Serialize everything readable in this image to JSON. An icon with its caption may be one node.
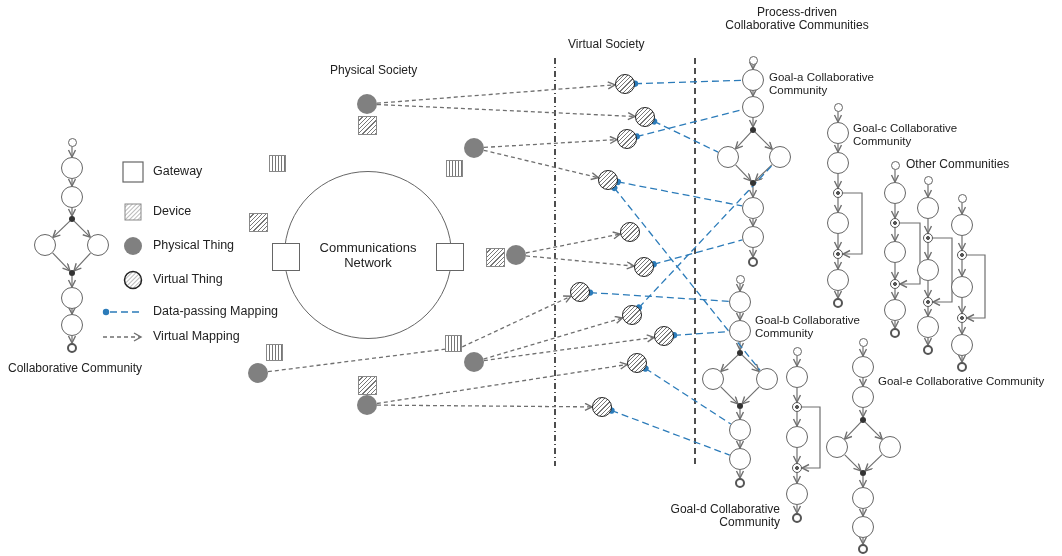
{
  "diagram": {
    "nodes": [
      {
        "text": [],
        "shape": "circle"
      },
      {
        "text": [],
        "shape": "circle"
      },
      {
        "text": [],
        "shape": "circle"
      },
      {
        "text": [],
        "shape": "dot"
      },
      {
        "text": [],
        "shape": "circle"
      },
      {
        "text": [],
        "shape": "circle"
      },
      {
        "text": [],
        "shape": "dot"
      },
      {
        "text": [],
        "shape": "circle"
      },
      {
        "text": [],
        "shape": "circle"
      },
      {
        "text": [],
        "shape": "ring"
      },
      {
        "text": [
          "Communications Network"
        ]
      },
      {
        "text": [],
        "shape": "box"
      },
      {
        "text": [],
        "shape": "box"
      },
      {
        "text": [],
        "shape": "circle"
      },
      {
        "text": [],
        "shape": "box"
      },
      {
        "text": [],
        "shape": "box"
      },
      {
        "text": [],
        "shape": "circle"
      },
      {
        "text": [],
        "shape": "box"
      },
      {
        "text": [],
        "shape": "box"
      },
      {
        "text": [],
        "shape": "box"
      },
      {
        "text": [],
        "shape": "circle"
      },
      {
        "text": [],
        "shape": "box"
      },
      {
        "text": [],
        "shape": "circle"
      },
      {
        "text": [],
        "shape": "box"
      },
      {
        "text": [],
        "shape": "circle"
      },
      {
        "text": [],
        "shape": "box"
      },
      {
        "text": [],
        "shape": "circle"
      },
      {
        "text": [],
        "shape": "circle"
      },
      {
        "text": [],
        "shape": "circle"
      },
      {
        "text": [],
        "shape": "circle"
      },
      {
        "text": [],
        "shape": "circle"
      },
      {
        "text": [],
        "shape": "circle"
      },
      {
        "text": [],
        "shape": "circle"
      },
      {
        "text": [],
        "shape": "circle"
      },
      {
        "text": [],
        "shape": "circle"
      },
      {
        "text": [],
        "shape": "circle"
      },
      {
        "text": [],
        "shape": "circle"
      },
      {
        "text": [],
        "shape": "circle"
      },
      {
        "text": [],
        "shape": "circle"
      },
      {
        "text": [],
        "shape": "circle",
        "beside": [
          "Goal-a Collaborative Community"
        ]
      },
      {
        "text": [],
        "shape": "circle"
      },
      {
        "text": [],
        "shape": "dot"
      },
      {
        "text": [],
        "shape": "circle"
      },
      {
        "text": [],
        "shape": "circle"
      },
      {
        "text": [],
        "shape": "dot"
      },
      {
        "text": [],
        "shape": "circle"
      },
      {
        "text": [],
        "shape": "circle"
      },
      {
        "text": [],
        "shape": "ring"
      },
      {
        "text": [],
        "shape": "circle"
      },
      {
        "text": [],
        "shape": "circle",
        "beside": [
          "Goal-c Collaborative Community"
        ]
      },
      {
        "text": [],
        "shape": "circle"
      },
      {
        "text": [],
        "shape": "ring"
      },
      {
        "text": [],
        "shape": "circle"
      },
      {
        "text": [],
        "shape": "ring"
      },
      {
        "text": [],
        "shape": "circle"
      },
      {
        "text": [],
        "shape": "ring"
      },
      {
        "text": [],
        "shape": "circle"
      },
      {
        "text": [],
        "shape": "circle"
      },
      {
        "text": [],
        "shape": "ring"
      },
      {
        "text": [],
        "shape": "circle"
      },
      {
        "text": [],
        "shape": "ring"
      },
      {
        "text": [],
        "shape": "circle"
      },
      {
        "text": [],
        "shape": "ring"
      },
      {
        "text": [],
        "shape": "circle"
      },
      {
        "text": [],
        "shape": "circle"
      },
      {
        "text": [],
        "shape": "ring"
      },
      {
        "text": [],
        "shape": "circle"
      },
      {
        "text": [],
        "shape": "ring"
      },
      {
        "text": [],
        "shape": "circle"
      },
      {
        "text": [],
        "shape": "ring"
      },
      {
        "text": [],
        "shape": "circle"
      },
      {
        "text": [],
        "shape": "circle"
      },
      {
        "text": [],
        "shape": "ring"
      },
      {
        "text": [],
        "shape": "circle"
      },
      {
        "text": [],
        "shape": "ring"
      },
      {
        "text": [],
        "shape": "circle"
      },
      {
        "text": [],
        "shape": "ring"
      },
      {
        "text": [],
        "shape": "circle"
      },
      {
        "text": [],
        "shape": "circle",
        "beside": [
          "Goal-b Collaborative Community"
        ]
      },
      {
        "text": [],
        "shape": "circle"
      },
      {
        "text": [],
        "shape": "dot"
      },
      {
        "text": [],
        "shape": "circle"
      },
      {
        "text": [],
        "shape": "circle"
      },
      {
        "text": [],
        "shape": "dot"
      },
      {
        "text": [],
        "shape": "circle"
      },
      {
        "text": [],
        "shape": "circle"
      },
      {
        "text": [],
        "shape": "ring"
      },
      {
        "text": [],
        "shape": "circle"
      },
      {
        "text": [],
        "shape": "circle"
      },
      {
        "text": [],
        "shape": "ring"
      },
      {
        "text": [],
        "shape": "circle"
      },
      {
        "text": [],
        "shape": "ring"
      },
      {
        "text": [],
        "shape": "circle"
      },
      {
        "text": [],
        "shape": "ring"
      },
      {
        "text": [],
        "shape": "circle"
      },
      {
        "text": [],
        "shape": "circle",
        "beside": [
          "Goal-e Collaborative Community"
        ]
      },
      {
        "text": [],
        "shape": "circle"
      },
      {
        "text": [],
        "shape": "dot"
      },
      {
        "text": [],
        "shape": "circle"
      },
      {
        "text": [],
        "shape": "circle"
      },
      {
        "text": [],
        "shape": "dot"
      },
      {
        "text": [],
        "shape": "circle"
      },
      {
        "text": [],
        "shape": "circle"
      },
      {
        "text": [],
        "shape": "ring"
      }
    ],
    "edges": [
      {
        "from": 0,
        "to": 1,
        "arrow": "to"
      },
      {
        "from": 1,
        "to": 2,
        "arrow": "to"
      },
      {
        "from": 2,
        "to": 3,
        "arrow": "to"
      },
      {
        "from": 3,
        "to": 4,
        "arrow": "to"
      },
      {
        "from": 3,
        "to": 5,
        "arrow": "to"
      },
      {
        "from": 4,
        "to": 6,
        "arrow": "to"
      },
      {
        "from": 5,
        "to": 6,
        "arrow": "to"
      },
      {
        "from": 6,
        "to": 7,
        "arrow": "to"
      },
      {
        "from": 7,
        "to": 8,
        "arrow": "to"
      },
      {
        "from": 8,
        "to": 9,
        "arrow": "to"
      },
      {
        "from": 38,
        "to": 39,
        "arrow": "to"
      },
      {
        "from": 39,
        "to": 40,
        "arrow": "to"
      },
      {
        "from": 40,
        "to": 41,
        "arrow": "to"
      },
      {
        "from": 41,
        "to": 42,
        "arrow": "to"
      },
      {
        "from": 41,
        "to": 43,
        "arrow": "to"
      },
      {
        "from": 42,
        "to": 44,
        "arrow": "to"
      },
      {
        "from": 43,
        "to": 44,
        "arrow": "to"
      },
      {
        "from": 44,
        "to": 45,
        "arrow": "to"
      },
      {
        "from": 45,
        "to": 46,
        "arrow": "to"
      },
      {
        "from": 46,
        "to": 47,
        "arrow": "to"
      },
      {
        "from": 48,
        "to": 49,
        "arrow": "to"
      },
      {
        "from": 49,
        "to": 50,
        "arrow": "to"
      },
      {
        "from": 50,
        "to": 51,
        "arrow": "to"
      },
      {
        "from": 51,
        "to": 52,
        "arrow": "to"
      },
      {
        "from": 52,
        "to": 53,
        "arrow": "to"
      },
      {
        "from": 53,
        "to": 54,
        "arrow": "to"
      },
      {
        "from": 54,
        "to": 55,
        "arrow": "to"
      },
      {
        "from": 51,
        "to": 53,
        "arrow": "to"
      },
      {
        "from": 56,
        "to": 57,
        "arrow": "to"
      },
      {
        "from": 57,
        "to": 58,
        "arrow": "to"
      },
      {
        "from": 58,
        "to": 59,
        "arrow": "to"
      },
      {
        "from": 59,
        "to": 60,
        "arrow": "to"
      },
      {
        "from": 60,
        "to": 61,
        "arrow": "to"
      },
      {
        "from": 61,
        "to": 62,
        "arrow": "to"
      },
      {
        "from": 58,
        "to": 60,
        "arrow": "to"
      },
      {
        "from": 63,
        "to": 64,
        "arrow": "to"
      },
      {
        "from": 64,
        "to": 65,
        "arrow": "to"
      },
      {
        "from": 65,
        "to": 66,
        "arrow": "to"
      },
      {
        "from": 66,
        "to": 67,
        "arrow": "to"
      },
      {
        "from": 67,
        "to": 68,
        "arrow": "to"
      },
      {
        "from": 68,
        "to": 69,
        "arrow": "to"
      },
      {
        "from": 65,
        "to": 67,
        "arrow": "to"
      },
      {
        "from": 70,
        "to": 71,
        "arrow": "to"
      },
      {
        "from": 71,
        "to": 72,
        "arrow": "to"
      },
      {
        "from": 72,
        "to": 73,
        "arrow": "to"
      },
      {
        "from": 73,
        "to": 74,
        "arrow": "to"
      },
      {
        "from": 74,
        "to": 75,
        "arrow": "to"
      },
      {
        "from": 75,
        "to": 76,
        "arrow": "to"
      },
      {
        "from": 72,
        "to": 74,
        "arrow": "to"
      },
      {
        "from": 77,
        "to": 78,
        "arrow": "to"
      },
      {
        "from": 78,
        "to": 79,
        "arrow": "to"
      },
      {
        "from": 79,
        "to": 80,
        "arrow": "to"
      },
      {
        "from": 80,
        "to": 81,
        "arrow": "to"
      },
      {
        "from": 80,
        "to": 82,
        "arrow": "to"
      },
      {
        "from": 81,
        "to": 83,
        "arrow": "to"
      },
      {
        "from": 82,
        "to": 83,
        "arrow": "to"
      },
      {
        "from": 83,
        "to": 84,
        "arrow": "to"
      },
      {
        "from": 84,
        "to": 85,
        "arrow": "to"
      },
      {
        "from": 85,
        "to": 86,
        "arrow": "to"
      },
      {
        "from": 87,
        "to": 88,
        "arrow": "to"
      },
      {
        "from": 88,
        "to": 89,
        "arrow": "to"
      },
      {
        "from": 89,
        "to": 90,
        "arrow": "to"
      },
      {
        "from": 90,
        "to": 91,
        "arrow": "to"
      },
      {
        "from": 91,
        "to": 92,
        "arrow": "to"
      },
      {
        "from": 92,
        "to": 93,
        "arrow": "to"
      },
      {
        "from": 89,
        "to": 91,
        "arrow": "to"
      },
      {
        "from": 94,
        "to": 95,
        "arrow": "to"
      },
      {
        "from": 95,
        "to": 96,
        "arrow": "to"
      },
      {
        "from": 96,
        "to": 97,
        "arrow": "to"
      },
      {
        "from": 97,
        "to": 98,
        "arrow": "to"
      },
      {
        "from": 97,
        "to": 99,
        "arrow": "to"
      },
      {
        "from": 98,
        "to": 100,
        "arrow": "to"
      },
      {
        "from": 99,
        "to": 100,
        "arrow": "to"
      },
      {
        "from": 100,
        "to": 101,
        "arrow": "to"
      },
      {
        "from": 101,
        "to": 102,
        "arrow": "to"
      },
      {
        "from": 102,
        "to": 103,
        "arrow": "to"
      },
      {
        "from": 13,
        "to": 27,
        "arrow": "to",
        "style": "dashed"
      },
      {
        "from": 13,
        "to": 28,
        "arrow": "to",
        "style": "dashed"
      },
      {
        "from": 16,
        "to": 29,
        "arrow": "to",
        "style": "dashed"
      },
      {
        "from": 16,
        "to": 30,
        "arrow": "to",
        "style": "dashed"
      },
      {
        "from": 20,
        "to": 31,
        "arrow": "to",
        "style": "dashed"
      },
      {
        "from": 20,
        "to": 32,
        "arrow": "to",
        "style": "dashed"
      },
      {
        "from": 22,
        "to": 33,
        "arrow": "to",
        "style": "dashed"
      },
      {
        "from": 24,
        "to": 34,
        "arrow": "to",
        "style": "dashed"
      },
      {
        "from": 24,
        "to": 35,
        "arrow": "to",
        "style": "dashed"
      },
      {
        "from": 26,
        "to": 36,
        "arrow": "to",
        "style": "dashed"
      },
      {
        "from": 26,
        "to": 37,
        "arrow": "to",
        "style": "dashed"
      },
      {
        "from": 27,
        "to": 39,
        "arrow": "other",
        "style": "dashed",
        "color": "#2b7bb9"
      },
      {
        "from": 28,
        "to": 42,
        "arrow": "other",
        "style": "dashed",
        "color": "#2b7bb9"
      },
      {
        "from": 29,
        "to": 40,
        "arrow": "other",
        "style": "dashed",
        "color": "#2b7bb9"
      },
      {
        "from": 30,
        "to": 45,
        "arrow": "other",
        "style": "dashed",
        "color": "#2b7bb9"
      },
      {
        "from": 30,
        "to": 82,
        "arrow": "other",
        "style": "dashed",
        "color": "#2b7bb9"
      },
      {
        "from": 32,
        "to": 46,
        "arrow": "other",
        "style": "dashed",
        "color": "#2b7bb9"
      },
      {
        "from": 33,
        "to": 78,
        "arrow": "other",
        "style": "dashed",
        "color": "#2b7bb9"
      },
      {
        "from": 34,
        "to": 43,
        "arrow": "other",
        "style": "dashed",
        "color": "#2b7bb9"
      },
      {
        "from": 35,
        "to": 79,
        "arrow": "other",
        "style": "dashed",
        "color": "#2b7bb9"
      },
      {
        "from": 36,
        "to": 84,
        "arrow": "other",
        "style": "dashed",
        "color": "#2b7bb9"
      },
      {
        "from": 37,
        "to": 85,
        "arrow": "other",
        "style": "dashed",
        "color": "#2b7bb9"
      }
    ],
    "labels": [
      "Physical Society",
      "Virtual Society",
      "Process-driven Collaborative Communities",
      "Other Communities",
      "Goal-d Collaborative Community",
      "Collaborative Community"
    ],
    "legend": [
      {
        "text": "Gateway"
      },
      {
        "text": "Device"
      },
      {
        "text": "Physical Thing"
      },
      {
        "text": "Virtual Thing"
      },
      {
        "text": "Data-passing Mapping"
      },
      {
        "text": "Virtual Mapping"
      }
    ]
  }
}
